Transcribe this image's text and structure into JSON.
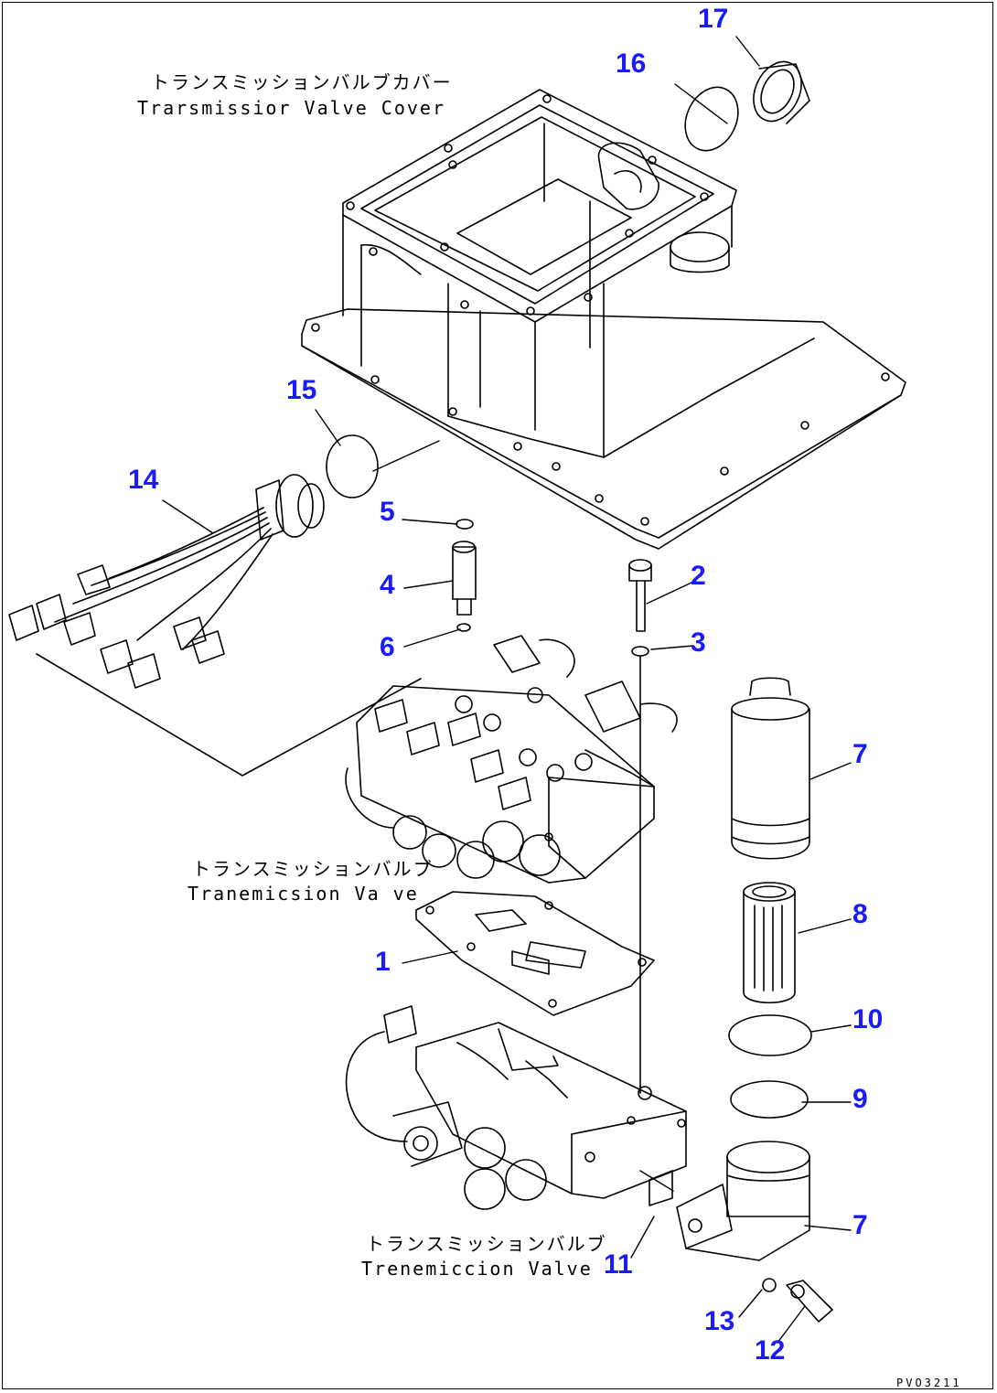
{
  "labels": {
    "cover_jp": "トランスミッションバルブカバー",
    "cover_en": "Trarsmissior Valve Cover",
    "valve_upper_jp": "トランスミッションバルブ",
    "valve_upper_en": "Tranemicsion Va ve",
    "valve_lower_jp": "トランスミッションバルブ",
    "valve_lower_en": "Trenemiccion Valve"
  },
  "callouts": {
    "p1": "1",
    "p2": "2",
    "p3": "3",
    "p4": "4",
    "p5": "5",
    "p6": "6",
    "p7a": "7",
    "p7b": "7",
    "p8": "8",
    "p9": "9",
    "p10": "10",
    "p11": "11",
    "p12": "12",
    "p13": "13",
    "p14": "14",
    "p15": "15",
    "p16": "16",
    "p17": "17"
  },
  "drawing_code": "PVO3211",
  "colors": {
    "callout": "#1a1aff",
    "line": "#000000"
  }
}
